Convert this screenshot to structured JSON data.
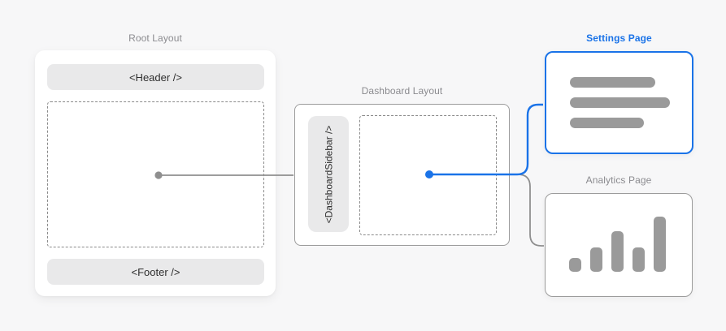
{
  "colors": {
    "background": "#f7f7f8",
    "accent_blue": "#1a73e8",
    "line_gray": "#8f8f8f",
    "bar_gray": "#9a9a9a",
    "pill_gray": "#e9e9ea",
    "border_gray": "#9c9c9c"
  },
  "root_layout": {
    "title": "Root Layout",
    "header_label": "<Header />",
    "footer_label": "<Footer />"
  },
  "dashboard_layout": {
    "title": "Dashboard Layout",
    "sidebar_label": "<DashboardSidebar />"
  },
  "settings_page": {
    "title": "Settings Page",
    "skeleton_bar_widths": [
      105,
      123,
      91
    ]
  },
  "analytics_page": {
    "title": "Analytics Page",
    "chart_bar_heights": [
      17,
      30,
      50,
      30,
      68
    ]
  }
}
